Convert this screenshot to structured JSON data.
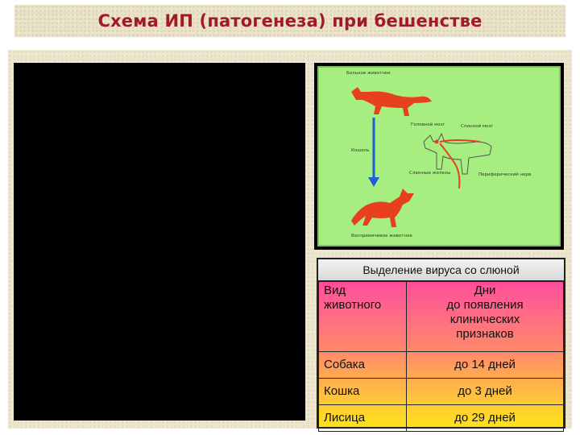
{
  "slide": {
    "title": "Схема ИП (патогенеза) при бешенстве"
  },
  "figure": {
    "labels": {
      "sick_animal": "Больное животное",
      "bite": "Кошель",
      "brain": "Головной мозг",
      "spinal_cord": "Спинной мозг",
      "salivary_glands": "Слюнные железы",
      "peripheral_nerve": "Периферический нерв",
      "healthy_animal": "Восприимчивое животное"
    },
    "colors": {
      "background": "#a6ee80",
      "animals": "#e8401f",
      "arrow": "#1f5fd6"
    }
  },
  "table": {
    "caption": "Выделение вируса со слюной",
    "header": {
      "col1_lines": [
        "Вид",
        "животного"
      ],
      "col2_lines": [
        "Дни",
        "до появления",
        "клинических",
        "признаков"
      ]
    },
    "rows": [
      {
        "animal": "Собака",
        "days": "до 14 дней"
      },
      {
        "animal": "Кошка",
        "days": "до 3 дней"
      },
      {
        "animal": "Лисица",
        "days": "до 29 дней"
      }
    ]
  }
}
